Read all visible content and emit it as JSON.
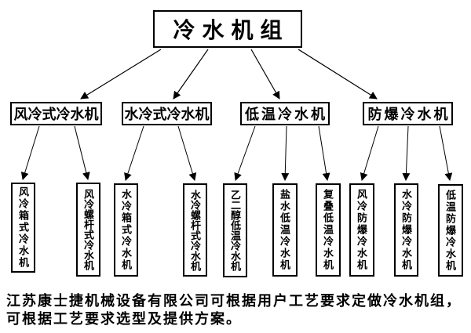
{
  "diagram": {
    "root": {
      "label": "冷水机组"
    },
    "categories": [
      {
        "label": "风冷式冷水机",
        "children": [
          "风冷箱式冷水机",
          "风冷螺杆式冷水机"
        ]
      },
      {
        "label": "水冷式冷水机",
        "children": [
          "水冷箱式冷水机",
          "水冷螺杆式冷水机"
        ]
      },
      {
        "label": "低温冷水机",
        "children": [
          "乙二醇低温冷水机",
          "盐水低温冷水机",
          "复叠低温冷水机"
        ]
      },
      {
        "label": "防爆冷水机",
        "children": [
          "风冷防爆冷水机",
          "水冷防爆冷水机",
          "低温防爆冷水机"
        ]
      }
    ]
  },
  "footer": {
    "lines": [
      "江苏康士捷机械设备有限公司可根据用户工艺要求定做冷水机组，",
      "可根据工艺要求选型及提供方案。"
    ]
  },
  "colors": {
    "line": "#000000",
    "background": "#ffffff",
    "text": "#000000"
  }
}
